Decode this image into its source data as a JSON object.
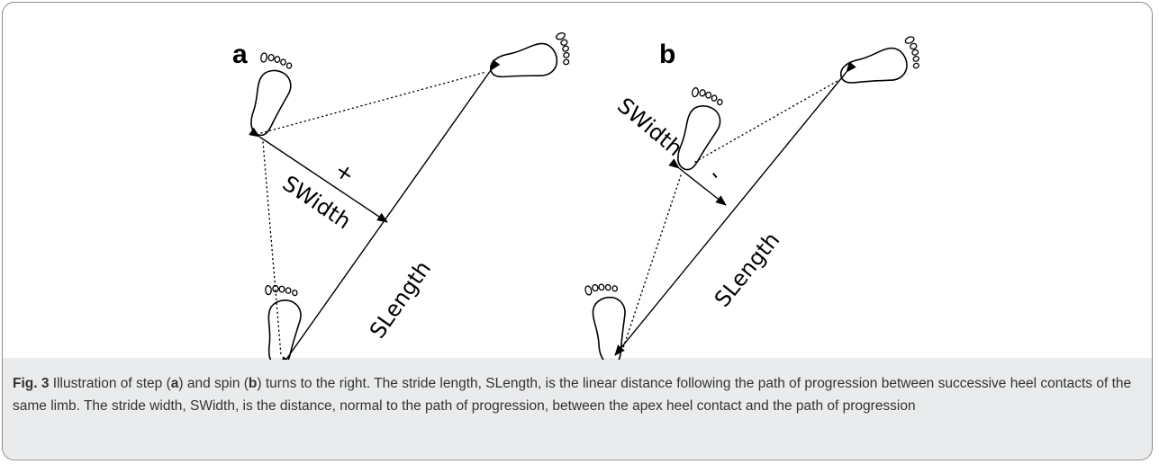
{
  "figure": {
    "panels": [
      {
        "letter": "a",
        "width_label": "SWidth",
        "length_label": "SLength",
        "sign": "+"
      },
      {
        "letter": "b",
        "width_label": "SWidth",
        "length_label": "SLength",
        "sign": "-"
      }
    ]
  },
  "caption": {
    "fig_label": "Fig. 3",
    "t1": " Illustration of step (",
    "a": "a",
    "t2": ") and spin (",
    "b": "b",
    "t3": ") turns to the right. The stride length, SLength, is the linear distance following the path of progression between successive heel contacts of the same limb. The stride width, SWidth, is the distance, normal to the path of progression, between the apex heel contact and the path of progression"
  }
}
